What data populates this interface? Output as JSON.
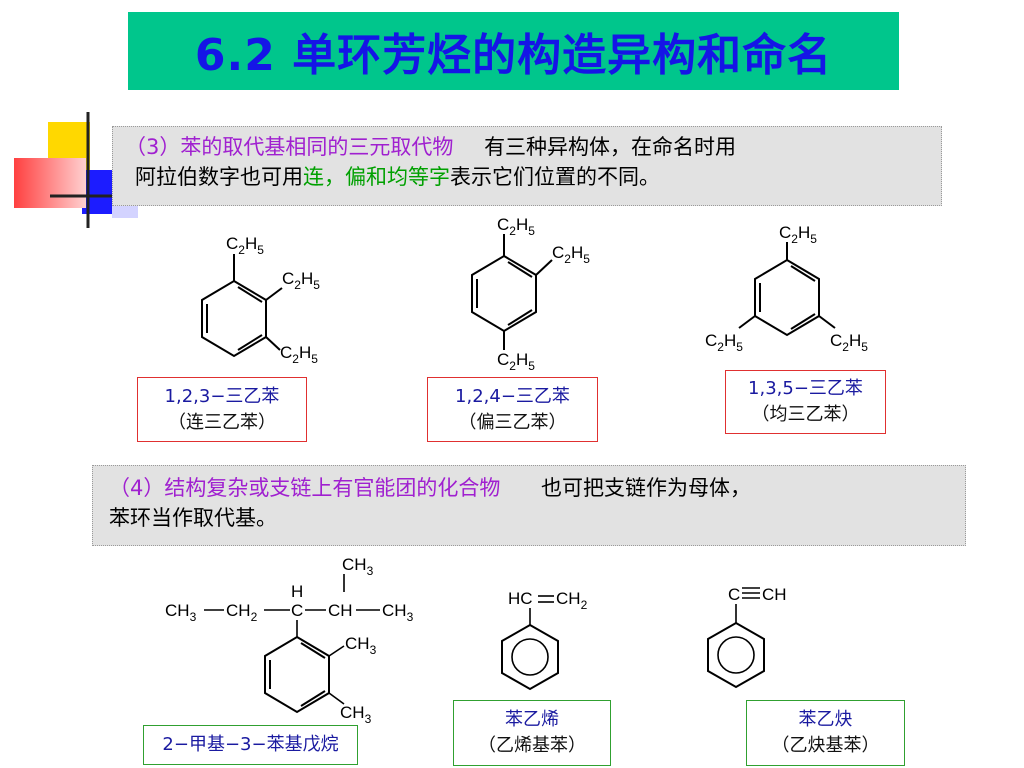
{
  "slide": {
    "title": "6.2 单环芳烃的构造异构和命名",
    "section3": {
      "heading": "（3）苯的取代基相同的三元取代物",
      "text_part1": "有三种异构体，在命名时用",
      "text_part2": "阿拉伯数字也可用",
      "highlight": "连，偏和均等字",
      "text_part3": "表示它们位置的不同。"
    },
    "isomers": [
      {
        "name": "1,2,3−三乙苯",
        "alias": "（连三乙苯）"
      },
      {
        "name": "1,2,4−三乙苯",
        "alias": "（偏三乙苯）"
      },
      {
        "name": "1,3,5−三乙苯",
        "alias": "（均三乙苯）"
      }
    ],
    "section4": {
      "heading": "（4）结构复杂或支链上有官能团的化合物",
      "text_part1": "也可把支链作为母体，",
      "text_part2": "苯环当作取代基。"
    },
    "compounds": [
      {
        "name": "2−甲基−3−苯基戊烷"
      },
      {
        "name": "苯乙烯",
        "alias": "（乙烯基苯）"
      },
      {
        "name": "苯乙炔",
        "alias": "（乙炔基苯）"
      }
    ],
    "labels": {
      "ethyl_c": "C",
      "ethyl_sub2": "2",
      "ethyl_h": "H",
      "ethyl_sub5": "5",
      "ch3": "CH",
      "ch2": "CH",
      "sub3": "3",
      "sub2": "2",
      "h": "H",
      "c": "C",
      "ch": "CH",
      "hc": "HC"
    },
    "colors": {
      "title_bg": "#00c68c",
      "title_text": "#1515e6",
      "highlight_purple": "#a020d0",
      "highlight_green": "#00a000"
    }
  }
}
